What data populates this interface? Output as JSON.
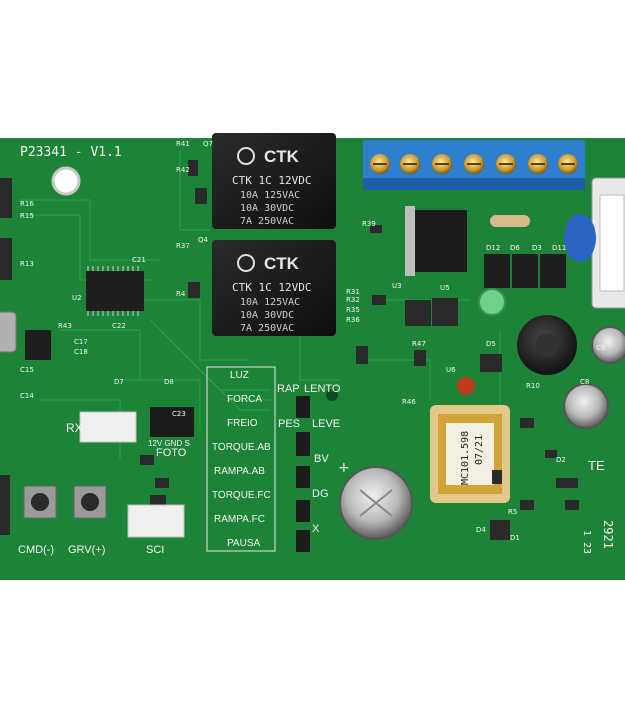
{
  "board": {
    "model": "P23341 - V1.1",
    "code": "2921",
    "date_mark": "1 23",
    "te_label": "TE",
    "colors": {
      "pcb": "#1f8a3a",
      "pcb_dark": "#176e2d",
      "silkscreen": "#f4f4f4",
      "relay": "#1a1a1a",
      "terminal": "#2f7fd0",
      "capacitor": "#1f4fb0"
    }
  },
  "relays": [
    {
      "brand": "CTK",
      "model": "CTK 1C 12VDC",
      "r1": "10A   125VAC",
      "r2": "10A   30VDC",
      "r3": "7A    250VAC"
    },
    {
      "brand": "CTK",
      "model": "CTK 1C 12VDC",
      "r1": "10A   125VAC",
      "r2": "10A   30VDC",
      "r3": "7A    250VAC"
    }
  ],
  "transformer": {
    "code": "MC101.598",
    "date": "07/21"
  },
  "dip_labels": [
    "LUZ",
    "FORCA",
    "FREIO",
    "TORQUE.AB",
    "RAMPA.AB",
    "TORQUE.FC",
    "RAMPA.FC",
    "PAUSA"
  ],
  "jumper_labels": [
    "RAP",
    "LENTO",
    "PES",
    "LEVE",
    "BV",
    "DG",
    "X"
  ],
  "connectors": {
    "rx": "RX",
    "foto": "FOTO",
    "foto_pins": "12V GND S",
    "sci": "SCI",
    "cmd": "CMD(-)",
    "grv": "GRV(+)"
  },
  "refdes": [
    "R41",
    "Q7",
    "R42",
    "R16",
    "R15",
    "R13",
    "R37",
    "Q4",
    "R4",
    "C21",
    "U2",
    "R43",
    "C22",
    "C17",
    "C18",
    "C15",
    "C14",
    "D7",
    "D8",
    "C23",
    "R39",
    "R32",
    "R35",
    "R36",
    "R31",
    "U3",
    "U5",
    "D12",
    "D6",
    "D3",
    "D11",
    "R47",
    "D5",
    "U6",
    "R46",
    "C6",
    "C8",
    "R10",
    "D2",
    "R5",
    "D4",
    "D1"
  ]
}
